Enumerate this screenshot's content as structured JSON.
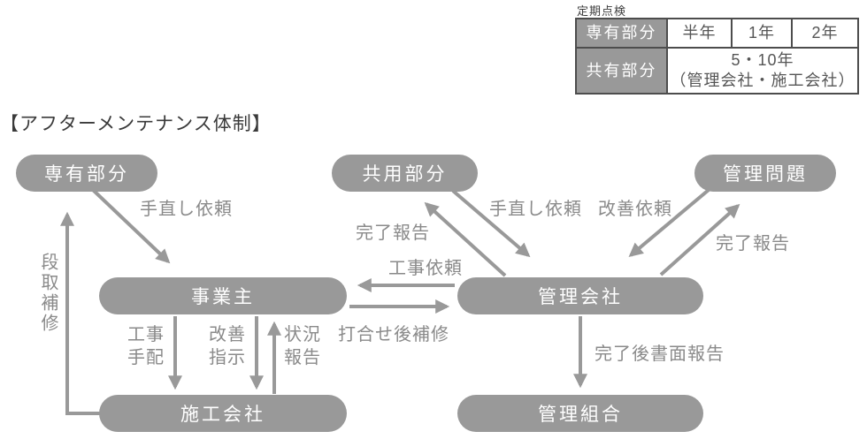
{
  "inspection_table": {
    "caption": "定期点検",
    "rows": [
      {
        "header": "専有部分",
        "cells": [
          "半年",
          "1年",
          "2年"
        ]
      },
      {
        "header": "共有部分",
        "cells": [
          "5・10年\n（管理会社・施工会社）"
        ]
      }
    ]
  },
  "diagram": {
    "title": "【アフターメンテナンス体制】",
    "nodes": {
      "senyu_bubun": "専有部分",
      "kyoyo_bubun": "共用部分",
      "kanri_mondai": "管理問題",
      "jigyonushi": "事業主",
      "kanri_gaisha": "管理会社",
      "seko_gaisha": "施工会社",
      "kanri_kumiai": "管理組合"
    },
    "labels": {
      "tenaoshi_irai_left": "手直し依頼",
      "dandori_hoshu": "段取補修",
      "koji_tehai": "工事\n手配",
      "kaizen_shiji": "改善\n指示",
      "jokyo_hokoku": "状況\n報告",
      "koji_irai": "工事依頼",
      "uchiawase_go_hoshu": "打合せ後補修",
      "kanryo_hokoku_left": "完了報告",
      "tenaoshi_irai_mid": "手直し依頼",
      "kaizen_irai": "改善依頼",
      "kanryo_hokoku_right": "完了報告",
      "kanryo_go_shomen_hokoku": "完了後書面報告"
    },
    "colors": {
      "node_fill": "#999999",
      "arrow": "#999999",
      "label_text": "#8a8a8a",
      "table_header_fill": "#999999",
      "table_border": "#4d4d4d"
    }
  }
}
